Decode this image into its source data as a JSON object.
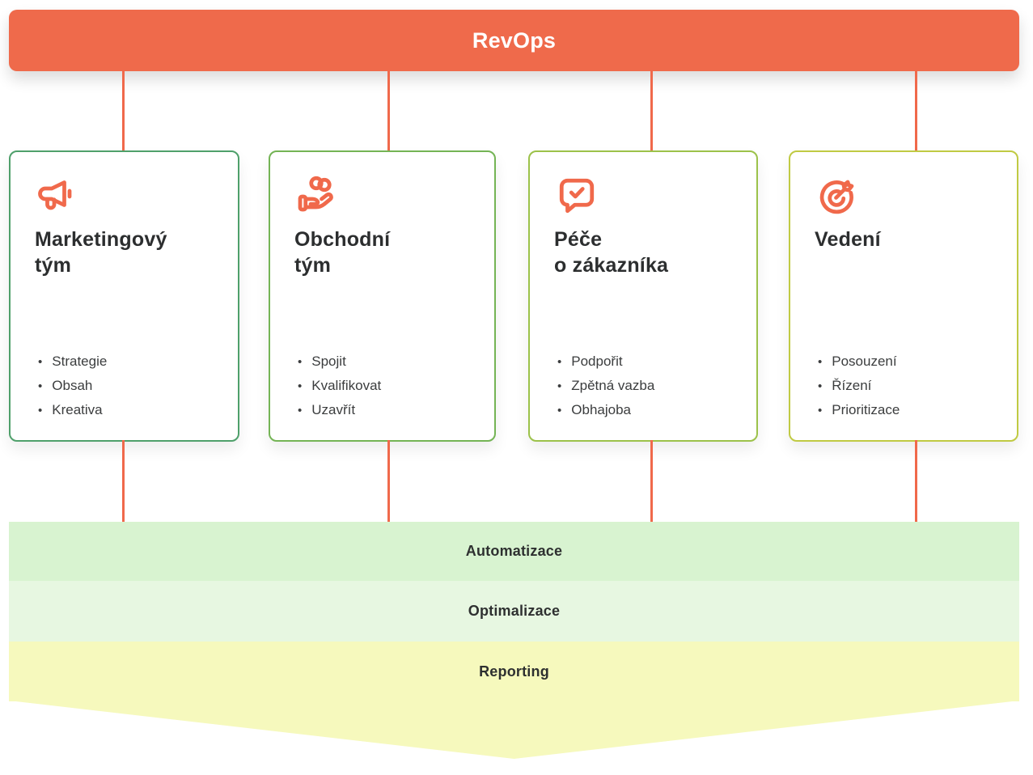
{
  "header": {
    "title": "RevOps",
    "bg_color": "#ef6a4b",
    "text_color": "#ffffff"
  },
  "accent_color": "#f0694b",
  "connector_color": "#f0694b",
  "cards": [
    {
      "title": "Marketingový\ntým",
      "icon": "megaphone-icon",
      "border_color": "#4fa06b",
      "items": [
        "Strategie",
        "Obsah",
        "Kreativa"
      ]
    },
    {
      "title": "Obchodní\ntým",
      "icon": "hand-coins-icon",
      "border_color": "#74b455",
      "items": [
        "Spojit",
        "Kvalifikovat",
        "Uzavřít"
      ]
    },
    {
      "title": "Péče\no zákazníka",
      "icon": "chat-check-icon",
      "border_color": "#9cc24a",
      "items": [
        "Podpořit",
        "Zpětná vazba",
        "Obhajoba"
      ]
    },
    {
      "title": "Vedení",
      "icon": "target-arrow-icon",
      "border_color": "#c0ca43",
      "items": [
        "Posouzení",
        "Řízení",
        "Prioritizace"
      ]
    }
  ],
  "bands": [
    {
      "label": "Automatizace",
      "bg_color": "#d8f3d0"
    },
    {
      "label": "Optimalizace",
      "bg_color": "#e7f7e1"
    },
    {
      "label": "Reporting",
      "bg_color": "#f6f9bd"
    }
  ]
}
